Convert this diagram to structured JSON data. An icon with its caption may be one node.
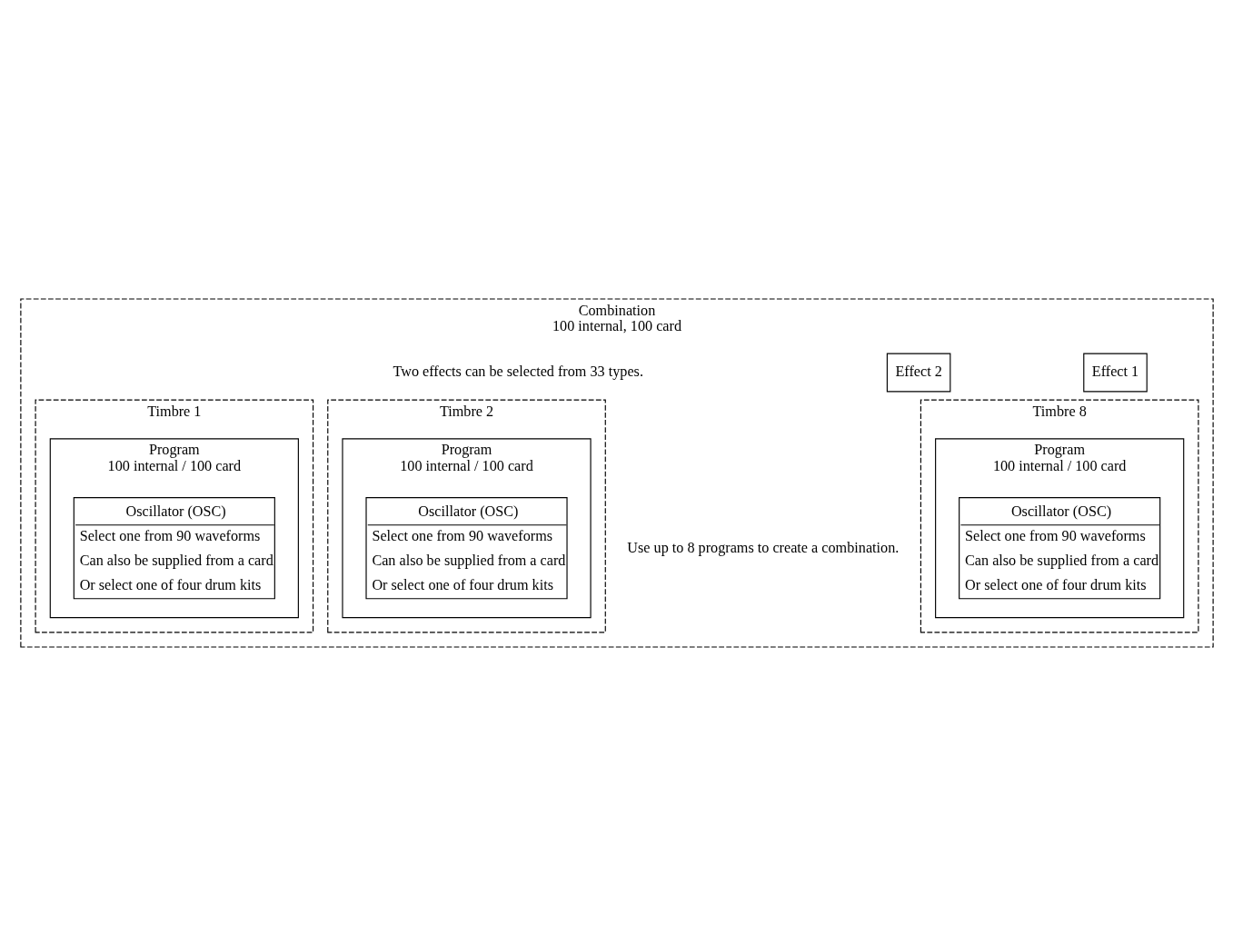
{
  "diagram": {
    "nodes": [
      {
        "text": [
          "Combination",
          "100 internal, 100 card"
        ]
      },
      {
        "text": [
          "Effect 1"
        ],
        "in": 0
      },
      {
        "text": [
          "Effect 2"
        ],
        "in": 0
      },
      {
        "text": [
          "Timbre 1"
        ],
        "in": 0
      },
      {
        "text": [
          "Program",
          "100 internal / 100 card"
        ],
        "in": 3
      },
      {
        "text": [
          "Oscillator (OSC)",
          "Select one from 90 waveforms",
          "Can also be supplied from a card",
          "Or select one of four drum kits"
        ],
        "in": 4
      },
      {
        "text": [
          "Timbre 2"
        ],
        "in": 0
      },
      {
        "text": [
          "Program",
          "100 internal / 100 card"
        ],
        "in": 6
      },
      {
        "text": [
          "Oscillator (OSC)",
          "Select one from 90 waveforms",
          "Can also be supplied from a card",
          "Or select one of four drum kits"
        ],
        "in": 7
      },
      {
        "text": [
          "Timbre 8"
        ],
        "in": 0
      },
      {
        "text": [
          "Program",
          "100 internal / 100 card"
        ],
        "in": 9
      },
      {
        "text": [
          "Oscillator (OSC)",
          "Select one from 90 waveforms",
          "Can also be supplied from a card",
          "Or select one of four drum kits"
        ],
        "in": 10
      }
    ],
    "labels": [
      "Two effects can be selected from 33 types.",
      "Use up to 8 programs to create a combination."
    ]
  }
}
